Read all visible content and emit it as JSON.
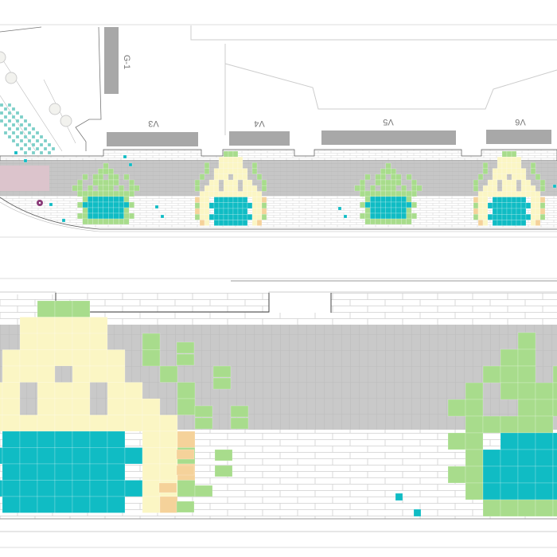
{
  "plan_top": {
    "garage_label": "G-1",
    "vent_labels": [
      "V3",
      "V4",
      "V5",
      "V6"
    ]
  },
  "colors": {
    "road_gray": "#c8c8c8",
    "brick_white": "#ffffff",
    "brick_line": "#d4d4d4",
    "green": "#a8dc8c",
    "yellow": "#fbf6c4",
    "orange": "#f5d29a",
    "teal": "#10bcc4",
    "teal_light": "#7ccfc8",
    "pink": "#dcc4cc",
    "vent_gray": "#a8a8a8",
    "marker_purple": "#8a3a78"
  }
}
